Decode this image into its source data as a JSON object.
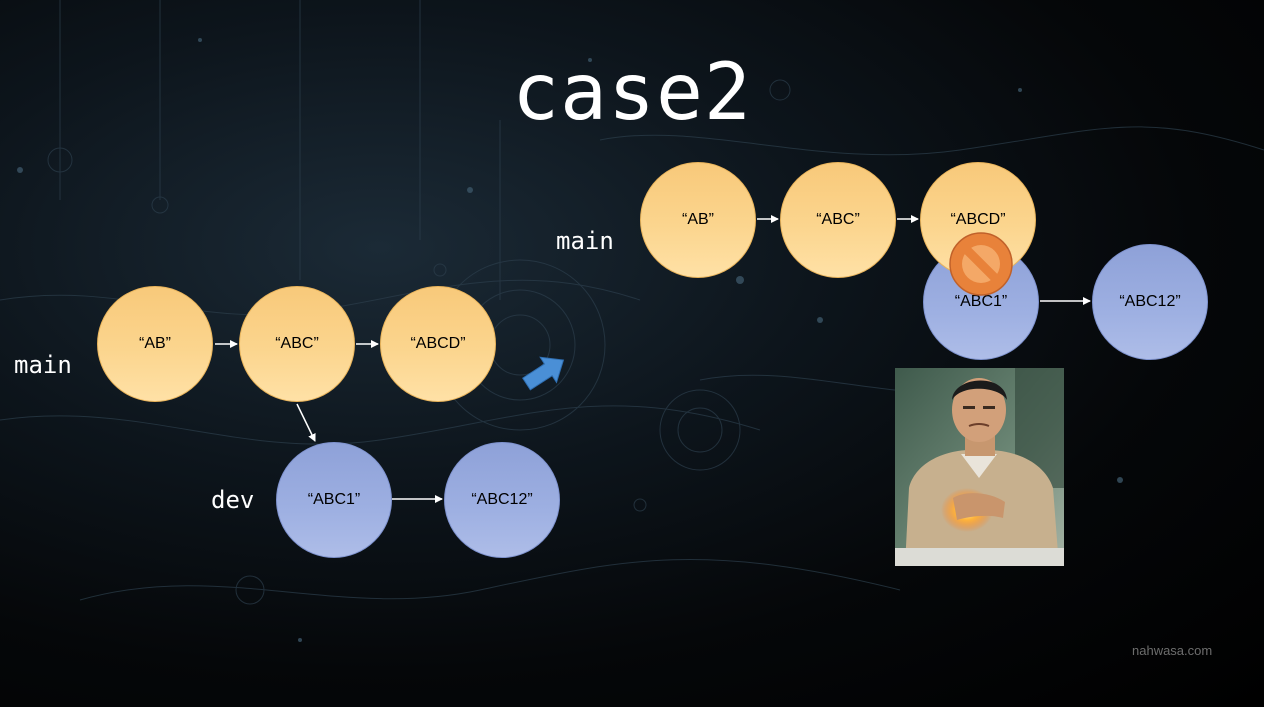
{
  "slide": {
    "title": "case2",
    "watermark": "nahwasa.com"
  },
  "left_diagram": {
    "main_label": "main",
    "dev_label": "dev",
    "main_nodes": [
      "“AB”",
      "“ABC”",
      "“ABCD”"
    ],
    "dev_nodes": [
      "“ABC1”",
      "“ABC12”"
    ]
  },
  "right_diagram": {
    "main_label": "main",
    "main_nodes": [
      "“AB”",
      "“ABC”",
      "“ABCD”"
    ],
    "rebased_nodes": [
      "“ABC1”",
      "“ABC12”"
    ]
  },
  "colors": {
    "main_node": "#fbd58e",
    "dev_node": "#9eb0e2",
    "transition_arrow": "#4a8fd6",
    "prohibited_icon": "#e8823a"
  },
  "icons": {
    "transition": "arrow-right-icon",
    "blocked": "prohibited-icon"
  }
}
